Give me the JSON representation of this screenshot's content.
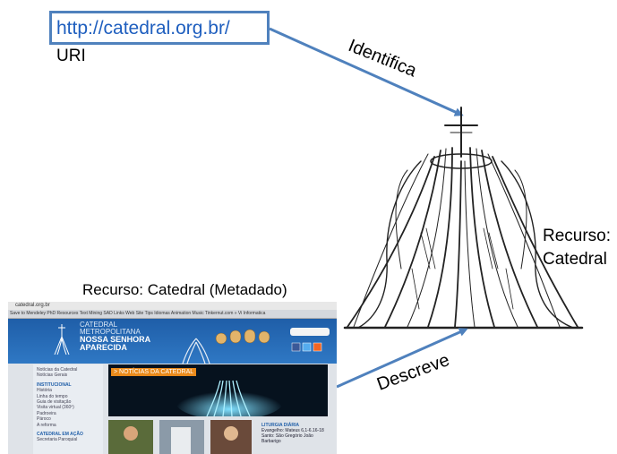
{
  "uri": {
    "url": "http://catedral.org.br/",
    "label": "URI"
  },
  "arrows": {
    "identifica_label": "Identifica",
    "descreve_label": "Descreve"
  },
  "resource_cathedral": {
    "line1": "Recurso:",
    "line2": "Catedral"
  },
  "resource_metadata": {
    "label": "Recurso: Catedral (Metadado)"
  },
  "website": {
    "address": "catedral.org.br",
    "bookmarks": "Save to Mendeley    PhD Resources    Text Mining    SAD    Links    Web Site Tips    Idiomas    Animation    Music    Tinkernut.com » Vi    Informatica",
    "logo_line1": "CATEDRAL",
    "logo_line2": "METROPOLITANA",
    "logo_line3": "NOSSA SENHORA",
    "logo_line4": "APARECIDA",
    "sidebar": {
      "item1": "Notícias da Catedral",
      "item2": "Notícias Gerais",
      "heading1": "INSTITUCIONAL",
      "item3": "História",
      "item4": "Linha do tempo",
      "item5": "Guia de visitação",
      "item6": "Visita virtual (360º)",
      "item7": "Padroeira",
      "item8": "Pároco",
      "item9": "A reforma",
      "heading2": "CATEDRAL EM AÇÃO",
      "item10": "Secretaria Paroquial"
    },
    "banner_label": "> NOTÍCIAS DA CATEDRAL",
    "liturgia": {
      "title": "LITURGIA DIÁRIA",
      "line1": "Evangelho: Mateus 6,1-6.16-18",
      "line2": "Santo: São Gregório João Barbarigo"
    }
  },
  "colors": {
    "arrow": "#4f81bd",
    "uri_text": "#1f5fbf",
    "site_blue": "#1f5ea8"
  },
  "icons": [
    "cathedral-drawing",
    "cross-icon",
    "arrow-right-icon"
  ]
}
